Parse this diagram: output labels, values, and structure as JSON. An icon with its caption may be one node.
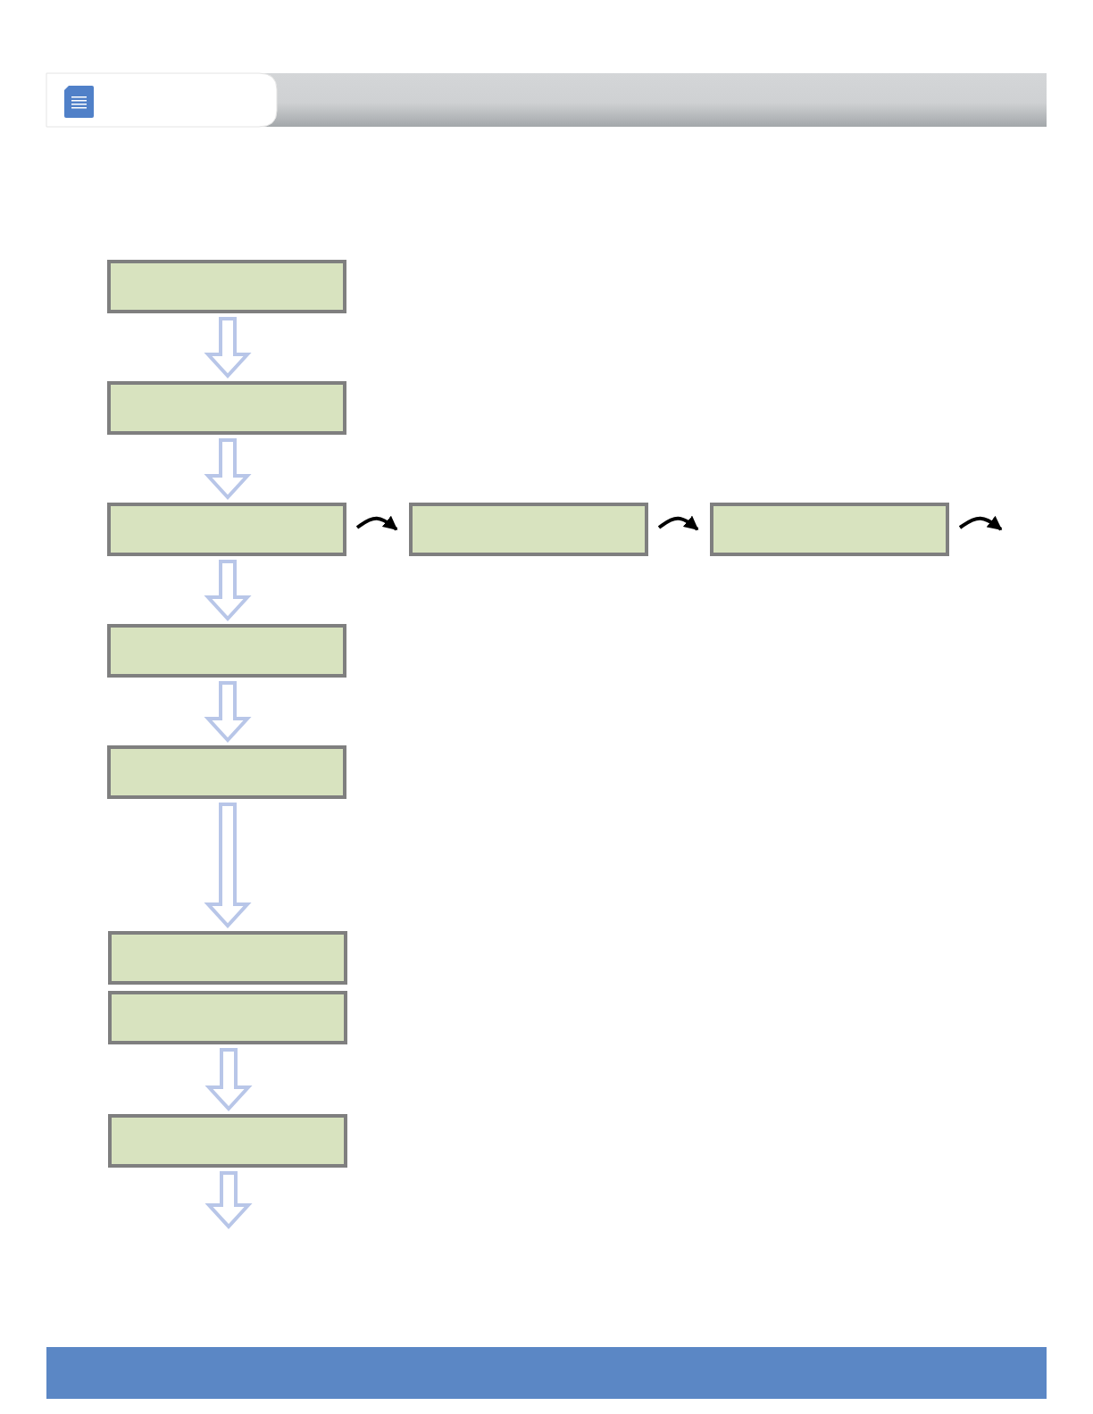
{
  "diagram": {
    "nodes": [
      {
        "text": [],
        "shape": "box"
      },
      {
        "text": [],
        "shape": "box"
      },
      {
        "text": [],
        "shape": "box"
      },
      {
        "text": [],
        "shape": "box"
      },
      {
        "text": [],
        "shape": "box"
      },
      {
        "text": [],
        "shape": "box"
      },
      {
        "text": [],
        "shape": "box"
      },
      {
        "text": [],
        "shape": "box"
      },
      {
        "text": [],
        "shape": "box"
      },
      {
        "text": [],
        "shape": "box"
      }
    ],
    "edges": [
      {
        "from": 0,
        "to": 1,
        "arrow": "to"
      },
      {
        "from": 1,
        "to": 2,
        "arrow": "to"
      },
      {
        "from": 2,
        "to": 3,
        "arrow": "to",
        "color": "#000000"
      },
      {
        "from": 3,
        "to": 4,
        "arrow": "to",
        "color": "#000000"
      },
      {
        "from": 4,
        "to": null,
        "arrow": "to",
        "color": "#000000"
      },
      {
        "from": 2,
        "to": 5,
        "arrow": "to"
      },
      {
        "from": 5,
        "to": 6,
        "arrow": "to"
      },
      {
        "from": 6,
        "to": 7,
        "arrow": "to"
      },
      {
        "from": 8,
        "to": 9,
        "arrow": "to"
      },
      {
        "from": 9,
        "to": null,
        "arrow": "to"
      }
    ]
  }
}
